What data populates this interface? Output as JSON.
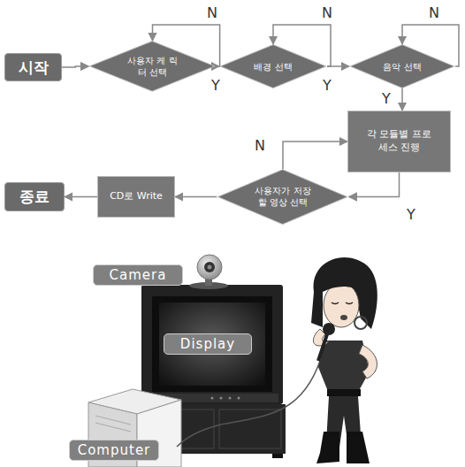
{
  "diagram": {
    "nodes": [
      {
        "text": [
          "시작"
        ]
      },
      {
        "text": [
          "사용자 케 릭터 선택"
        ]
      },
      {
        "text": [
          "배경 선택"
        ]
      },
      {
        "text": [
          "음악 선택"
        ]
      },
      {
        "text": [
          "각 모듈별 프로세스 진행"
        ]
      },
      {
        "text": [
          "사용자가 저장 할 영상 선택"
        ]
      },
      {
        "text": [
          "CD로 Write"
        ]
      },
      {
        "text": [
          "종료"
        ]
      },
      {
        "text": [
          "Camera"
        ]
      },
      {
        "text": [
          "Display"
        ]
      },
      {
        "text": [
          "Computer"
        ]
      }
    ],
    "edges": [
      {
        "from": 0,
        "to": 1,
        "arrow": "to"
      },
      {
        "from": 1,
        "to": 1,
        "label": "N",
        "arrow": "to"
      },
      {
        "from": 1,
        "to": 2,
        "label": "Y",
        "arrow": "to"
      },
      {
        "from": 2,
        "to": 2,
        "label": "N",
        "arrow": "to"
      },
      {
        "from": 2,
        "to": 3,
        "label": "Y",
        "arrow": "to"
      },
      {
        "from": 3,
        "to": 3,
        "label": "N",
        "arrow": "to"
      },
      {
        "from": 3,
        "to": 4,
        "label": "Y",
        "arrow": "to"
      },
      {
        "from": 4,
        "to": 5,
        "arrow": "to"
      },
      {
        "from": 5,
        "to": 4,
        "label": "N",
        "arrow": "to"
      },
      {
        "from": 5,
        "to": 6,
        "label": "Y",
        "arrow": "to"
      },
      {
        "from": 6,
        "to": 7,
        "arrow": "to"
      }
    ]
  }
}
